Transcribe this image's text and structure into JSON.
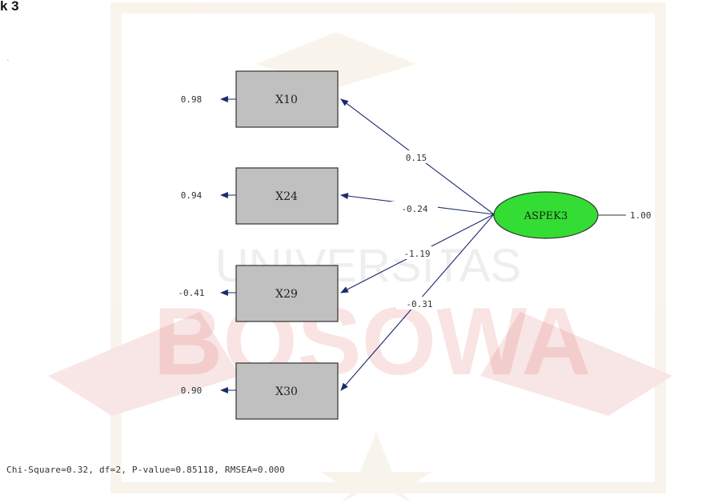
{
  "heading": "k 3",
  "watermark": {
    "line1": "UNIVERSITAS",
    "line2": "BOSOWA"
  },
  "latent": {
    "name": "ASPEK3",
    "variance": "1.00",
    "fill_color": "#33dd33"
  },
  "indicators": [
    {
      "name": "X10",
      "error": "0.98",
      "loading": "0.15"
    },
    {
      "name": "X24",
      "error": "0.94",
      "loading": "-0.24"
    },
    {
      "name": "X29",
      "error": "-0.41",
      "loading": "-1.19"
    },
    {
      "name": "X30",
      "error": "0.90",
      "loading": "-0.31"
    }
  ],
  "fit_statistics": "Chi-Square=0.32, df=2, P-value=0.85118, RMSEA=0.000"
}
